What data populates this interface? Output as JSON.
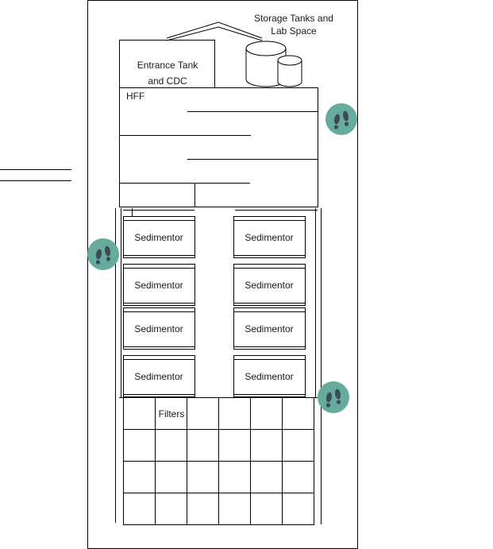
{
  "labels": {
    "storage_line1": "Storage Tanks and",
    "storage_line2": "Lab Space",
    "entrance_line1": "Entrance Tank",
    "entrance_line2": "and CDC",
    "hff": "HFF",
    "filters": "Filters"
  },
  "sedimentors": {
    "left": [
      "Sedimentor",
      "Sedimentor",
      "Sedimentor",
      "Sedimentor"
    ],
    "right": [
      "Sedimentor",
      "Sedimentor",
      "Sedimentor",
      "Sedimentor"
    ]
  },
  "markers": {
    "icon": "footprints-icon",
    "color": "#67AB9F",
    "icon_color": "#3d4a55"
  }
}
